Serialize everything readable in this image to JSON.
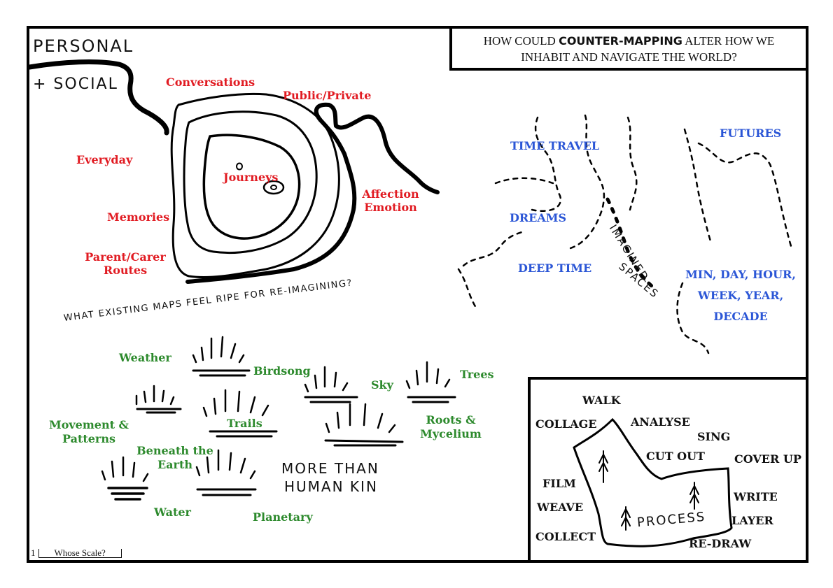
{
  "question": {
    "prefix": "HOW COULD",
    "emphasis": "COUNTER-MAPPING",
    "suffix": "ALTER HOW WE",
    "line2": "INHABIT AND NAVIGATE THE WORLD?"
  },
  "personal_section": {
    "heading_line1": "PERSONAL",
    "heading_line2": "+ SOCIAL",
    "labels": {
      "conversations": "Conversations",
      "public_private": "Public/Private",
      "everyday": "Everyday",
      "journeys": "Journeys",
      "affection": "Affection",
      "emotion": "Emotion",
      "memories": "Memories",
      "parent_carer": "Parent/Carer",
      "routes": "Routes"
    },
    "color": "#e11b22"
  },
  "time_section": {
    "labels": {
      "time_travel": "TIME TRAVEL",
      "futures": "FUTURES",
      "dreams": "DREAMS",
      "deep_time": "DEEP TIME",
      "imagined": "IMAGINED",
      "spaces": "SPACES",
      "min_day_hour": "MIN, DAY, HOUR,",
      "week_year": "WEEK, YEAR,",
      "decade": "DECADE"
    },
    "color": "#2b56d6"
  },
  "ripe_question": "WHAT EXISTING MAPS FEEL RIPE FOR RE-IMAGINING?",
  "more_than_human": {
    "line1": "MORE THAN",
    "line2": "HUMAN KIN",
    "labels": {
      "weather": "Weather",
      "birdsong": "Birdsong",
      "sky": "Sky",
      "trees": "Trees",
      "movement1": "Movement &",
      "movement2": "Patterns",
      "trails": "Trails",
      "roots1": "Roots &",
      "roots2": "Mycelium",
      "beneath1": "Beneath the",
      "beneath2": "Earth",
      "water": "Water",
      "planetary": "Planetary"
    },
    "color": "#2d8a2d"
  },
  "process_box": {
    "center": "PROCESS",
    "verbs": {
      "walk": "WALK",
      "collage": "COLLAGE",
      "analyse": "ANALYSE",
      "sing": "SING",
      "cut_out": "CUT OUT",
      "cover_up": "COVER UP",
      "film": "FILM",
      "write": "WRITE",
      "weave": "WEAVE",
      "layer": "LAYER",
      "collect": "COLLECT",
      "redraw": "RE-DRAW"
    }
  },
  "footer": {
    "page_number": "1",
    "scale_label": "Whose Scale?"
  }
}
